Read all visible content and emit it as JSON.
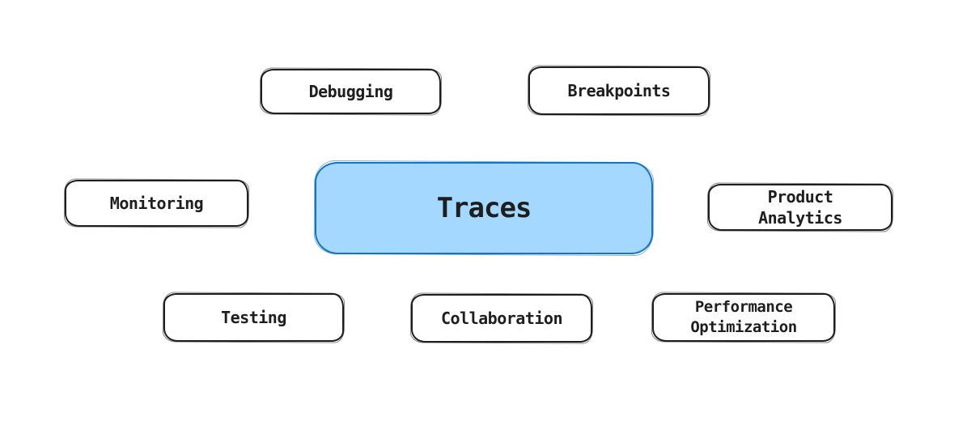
{
  "canvas": {
    "background": "#ffffff",
    "ink": "#1e1e1e"
  },
  "center_node": {
    "id": "traces",
    "label": "Traces",
    "fill": "#a5d8ff",
    "stroke": "#1971c2"
  },
  "nodes": [
    {
      "id": "debugging",
      "label": "Debugging"
    },
    {
      "id": "breakpoints",
      "label": "Breakpoints"
    },
    {
      "id": "monitoring",
      "label": "Monitoring"
    },
    {
      "id": "product-analytics",
      "label": "Product Analytics"
    },
    {
      "id": "testing",
      "label": "Testing"
    },
    {
      "id": "collaboration",
      "label": "Collaboration"
    },
    {
      "id": "performance-optimization",
      "label": "Performance Optimization"
    }
  ]
}
